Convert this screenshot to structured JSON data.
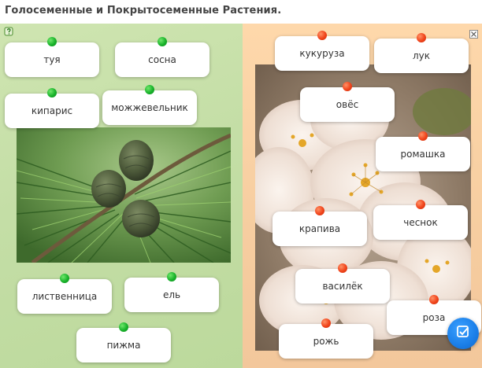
{
  "title": "Голосеменные и Покрытосеменные Растения.",
  "colors": {
    "left_panel": "#c4dea6",
    "right_panel": "#fbd3a6",
    "pin_green": "#18b22a",
    "pin_red": "#f0431a",
    "check_button": "#1a7ee8"
  },
  "icons": {
    "help": "help-icon",
    "fullscreen": "fullscreen-icon",
    "check": "check-icon"
  },
  "gymnosperms": [
    {
      "label": "туя"
    },
    {
      "label": "сосна"
    },
    {
      "label": "кипарис"
    },
    {
      "label": "можжевельник"
    },
    {
      "label": "лиственница"
    },
    {
      "label": "ель"
    },
    {
      "label": "пижма"
    }
  ],
  "angiosperms": [
    {
      "label": "кукуруза"
    },
    {
      "label": "лук"
    },
    {
      "label": "овёс"
    },
    {
      "label": "ромашка"
    },
    {
      "label": "крапива"
    },
    {
      "label": "чеснок"
    },
    {
      "label": "василёк"
    },
    {
      "label": "роза"
    },
    {
      "label": "рожь"
    }
  ]
}
